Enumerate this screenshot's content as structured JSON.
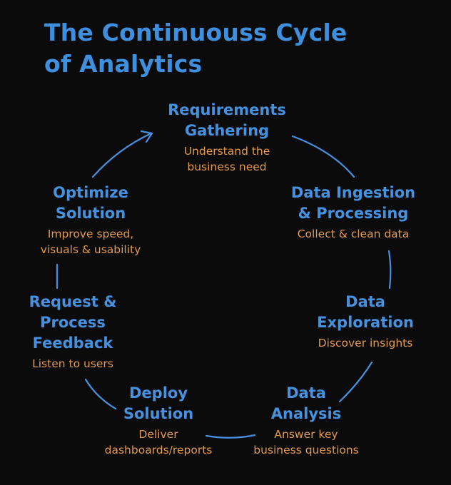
{
  "diagram": {
    "title_lines": [
      "The Continuouss Cycle",
      "of Analytics"
    ],
    "accent_color": "#4792e0",
    "description_color": "#e39a49",
    "background_color": "#0b0b0c",
    "steps": [
      {
        "heading_lines": [
          "Requirements",
          "Gathering"
        ],
        "description_lines": [
          "Understand the",
          "business need"
        ]
      },
      {
        "heading_lines": [
          "Data Ingestion",
          "& Processing"
        ],
        "description_lines": [
          "Collect & clean data"
        ]
      },
      {
        "heading_lines": [
          "Data",
          "Exploration"
        ],
        "description_lines": [
          "Discover insights"
        ]
      },
      {
        "heading_lines": [
          "Data",
          "Analysis"
        ],
        "description_lines": [
          "Answer key",
          "business questions"
        ]
      },
      {
        "heading_lines": [
          "Deploy",
          "Solution"
        ],
        "description_lines": [
          "Deliver",
          "dashboards/reports"
        ]
      },
      {
        "heading_lines": [
          "Request &",
          "Process",
          "Feedback"
        ],
        "description_lines": [
          "Listen to users"
        ]
      },
      {
        "heading_lines": [
          "Optimize",
          "Solution"
        ],
        "description_lines": [
          "Improve speed,",
          "visuals & usability"
        ]
      }
    ]
  }
}
